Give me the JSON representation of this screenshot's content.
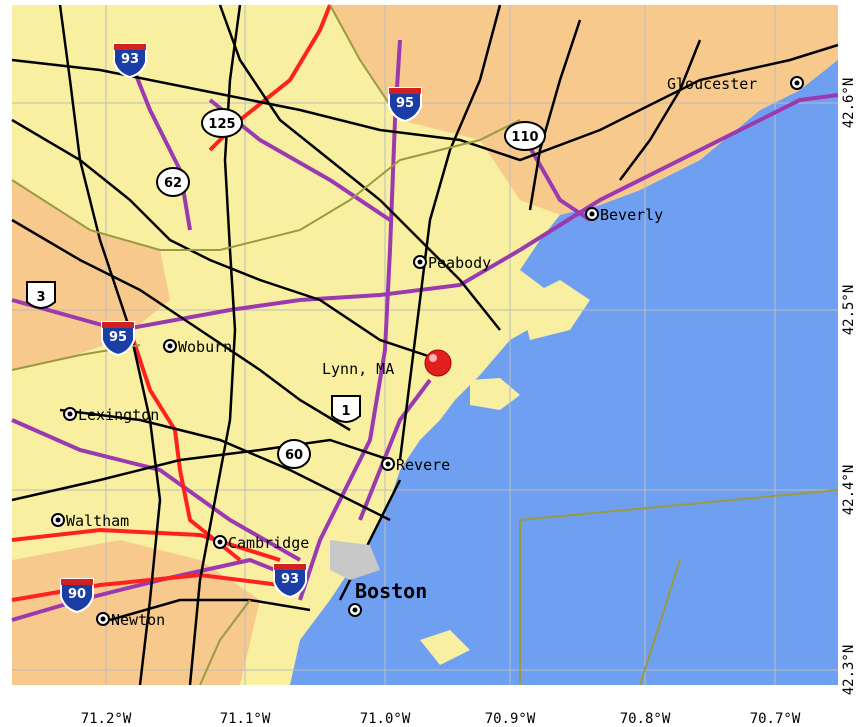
{
  "map": {
    "marker_label": "Lynn, MA",
    "cities": [
      {
        "name": "Gloucester"
      },
      {
        "name": "Beverly"
      },
      {
        "name": "Peabody"
      },
      {
        "name": "Woburn"
      },
      {
        "name": "Lexington"
      },
      {
        "name": "Revere"
      },
      {
        "name": "Waltham"
      },
      {
        "name": "Cambridge"
      },
      {
        "name": "Newton"
      },
      {
        "name": "Boston"
      }
    ],
    "highway_shields": [
      {
        "label": "93",
        "type": "interstate"
      },
      {
        "label": "95",
        "type": "interstate"
      },
      {
        "label": "125",
        "type": "state"
      },
      {
        "label": "110",
        "type": "state"
      },
      {
        "label": "62",
        "type": "state"
      },
      {
        "label": "3",
        "type": "us"
      },
      {
        "label": "95",
        "type": "interstate"
      },
      {
        "label": "1",
        "type": "us"
      },
      {
        "label": "60",
        "type": "state"
      },
      {
        "label": "90",
        "type": "interstate"
      },
      {
        "label": "93",
        "type": "interstate"
      }
    ],
    "longitude_labels": [
      "71.2°W",
      "71.1°W",
      "71.0°W",
      "70.9°W",
      "70.8°W",
      "70.7°W"
    ],
    "latitude_labels": [
      "42.6°N",
      "42.5°N",
      "42.4°N",
      "42.3°N"
    ],
    "colors": {
      "water": "#6f9ff0",
      "land": "#f8f0a0",
      "land_outside": "#f7c98c",
      "interstate_red": "#ff2020",
      "highway_purple": "#9b3ab0",
      "road_black": "#000000",
      "grid": "#bdbdbd"
    }
  }
}
